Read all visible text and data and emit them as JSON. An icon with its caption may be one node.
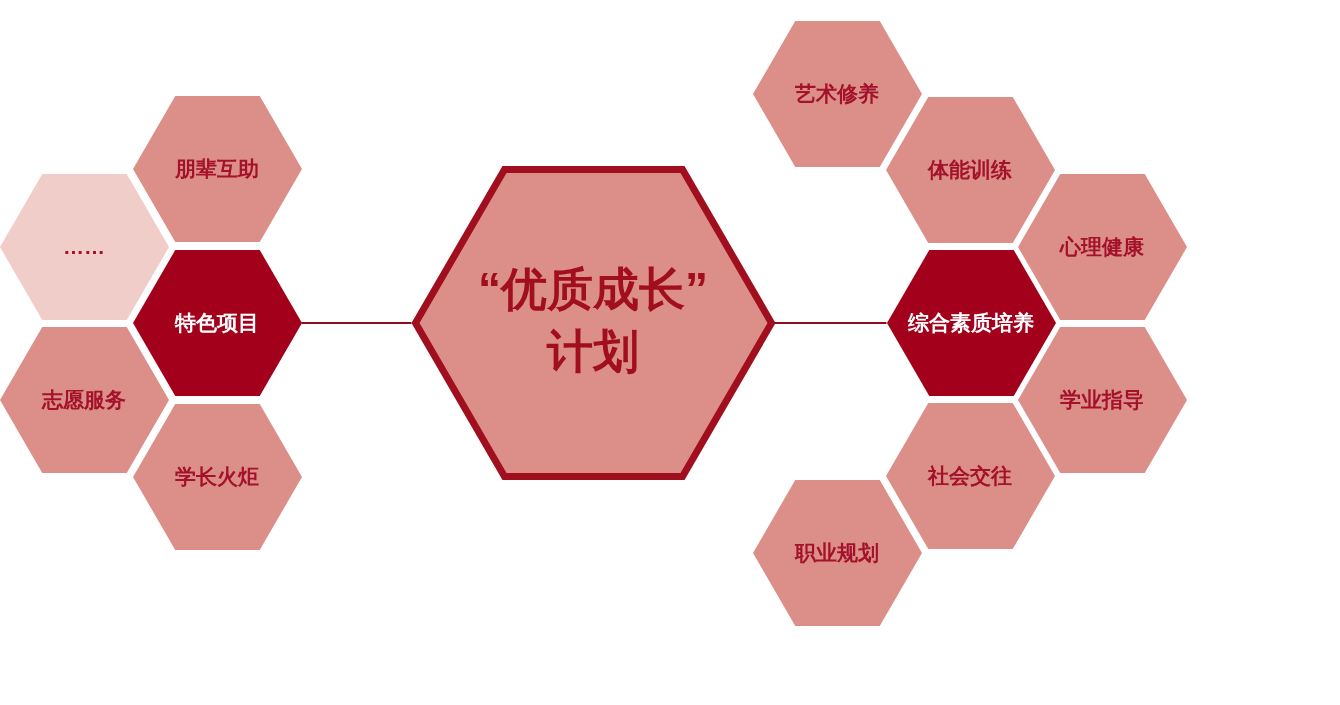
{
  "diagram": {
    "nodes": [
      {
        "text": [
          "“优质成长”计划"
        ]
      },
      {
        "text": [
          "特色项目"
        ]
      },
      {
        "text": [
          "朋辈互助"
        ]
      },
      {
        "text": [
          "……"
        ]
      },
      {
        "text": [
          "志愿服务"
        ]
      },
      {
        "text": [
          "学长火炬"
        ]
      },
      {
        "text": [
          "综合素质培养"
        ]
      },
      {
        "text": [
          "艺术修养"
        ]
      },
      {
        "text": [
          "体能训练"
        ]
      },
      {
        "text": [
          "心理健康"
        ]
      },
      {
        "text": [
          "学业指导"
        ]
      },
      {
        "text": [
          "社会交往"
        ]
      },
      {
        "text": [
          "职业规划"
        ]
      }
    ],
    "edges": [
      {
        "from": 0,
        "to": 1,
        "arrow": "none"
      },
      {
        "from": 0,
        "to": 6,
        "arrow": "none"
      }
    ]
  }
}
